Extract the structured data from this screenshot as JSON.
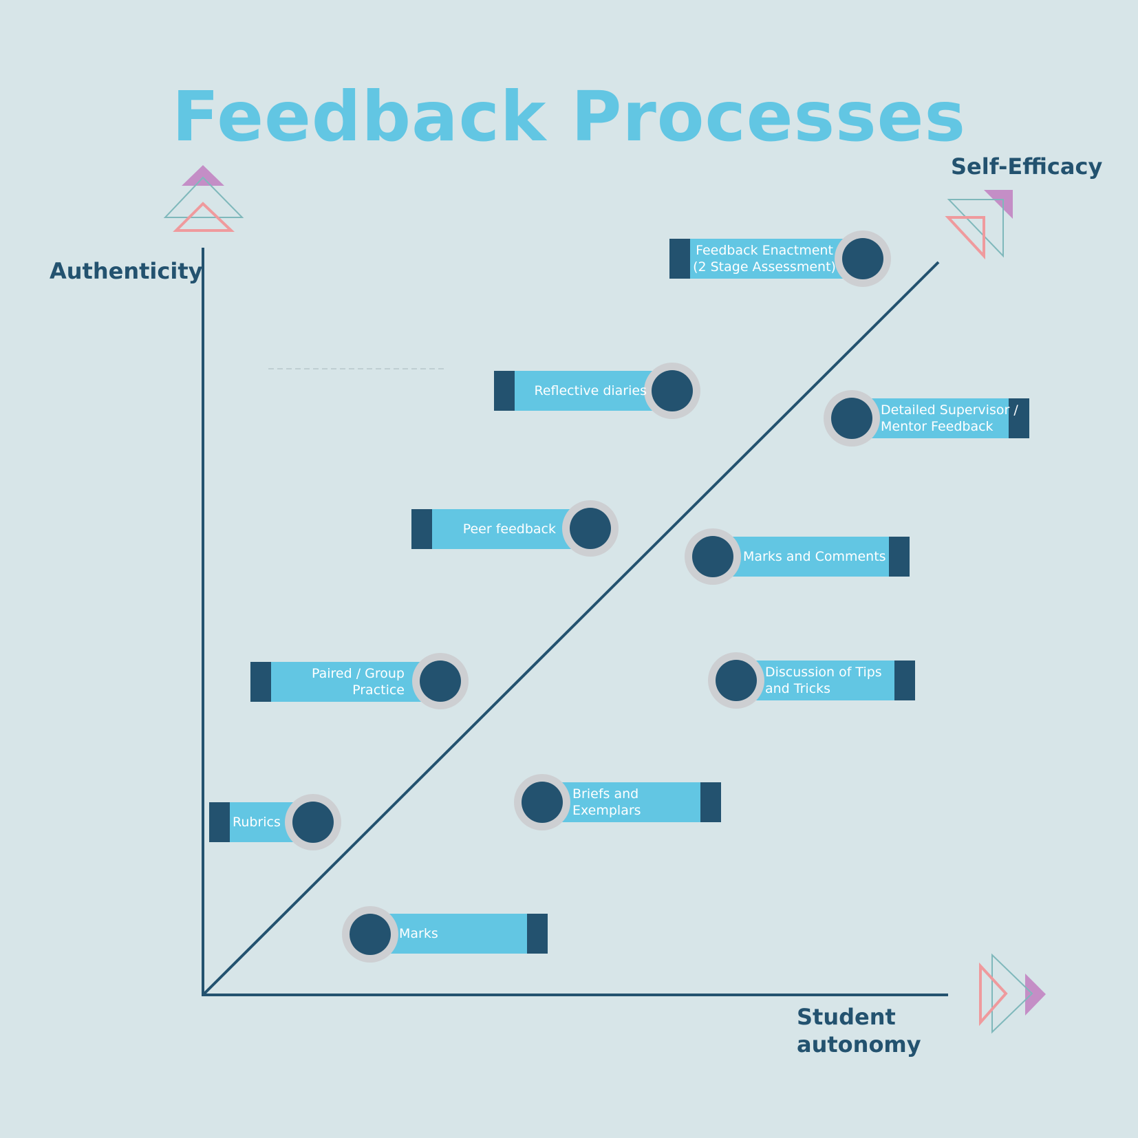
{
  "title": "Feedback Processes",
  "axes": {
    "y_label": "Authenticity",
    "x_label": "Student autonomy",
    "diagonal_label": "Self-Efficacy"
  },
  "colors": {
    "background": "#d7e5e8",
    "title": "#62c6e3",
    "navy": "#23526f",
    "bar": "#62c6e3",
    "ring": "#cdcfd2",
    "triangle_purple": "#c48ec6",
    "triangle_teal": "#7fb8bb",
    "triangle_pink": "#ef9a9d"
  },
  "nodes": [
    {
      "label": "Feedback Enactment\n(2 Stage Assessment)",
      "side": "left-of-line"
    },
    {
      "label": "Reflective diaries",
      "side": "left-of-line"
    },
    {
      "label": "Peer feedback",
      "side": "left-of-line"
    },
    {
      "label": "Paired / Group\nPractice",
      "side": "left-of-line"
    },
    {
      "label": "Rubrics",
      "side": "left-of-line"
    },
    {
      "label": "Detailed Supervisor /\nMentor Feedback",
      "side": "right-of-line"
    },
    {
      "label": "Marks and Comments",
      "side": "right-of-line"
    },
    {
      "label": "Discussion of Tips\nand Tricks",
      "side": "right-of-line"
    },
    {
      "label": "Briefs and\nExemplars",
      "side": "right-of-line"
    },
    {
      "label": "Marks",
      "side": "right-of-line"
    }
  ]
}
